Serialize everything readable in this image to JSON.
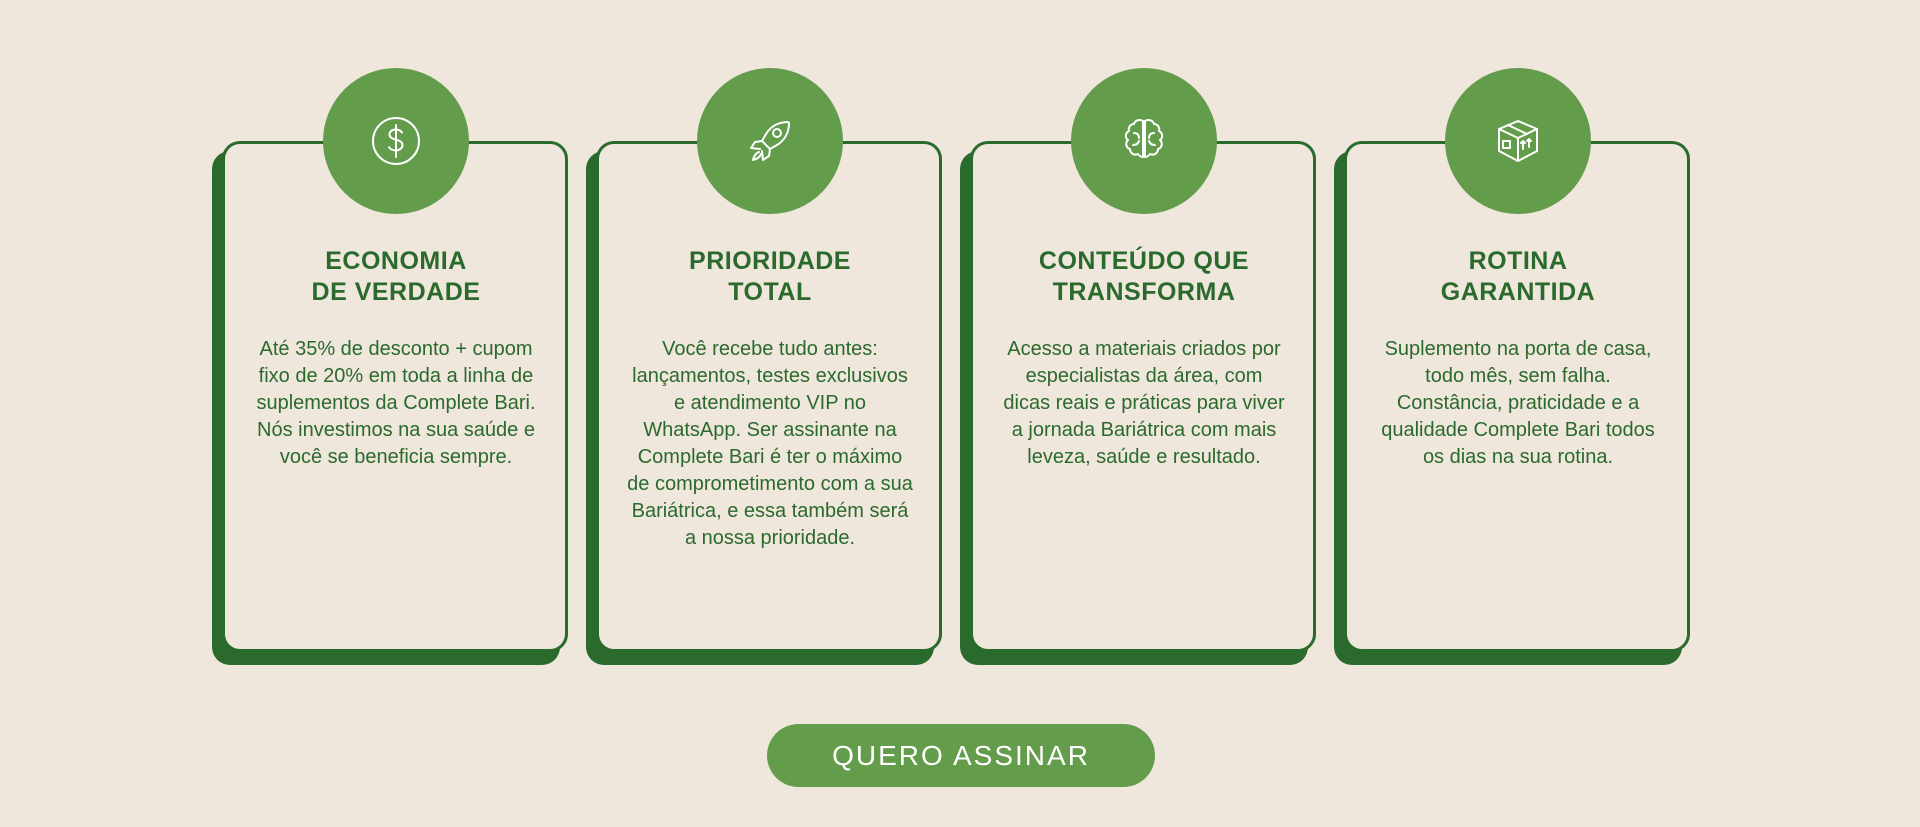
{
  "colors": {
    "background": "#efe6dc",
    "primary_dark_green": "#2a6a2d",
    "accent_green": "#639c4b",
    "button_text": "#ffffff"
  },
  "cards": [
    {
      "icon": "dollar-icon",
      "title": "ECONOMIA\nDE VERDADE",
      "body": "Até 35% de desconto + cupom fixo de 20% em toda a linha de suplementos da Complete Bari. Nós investimos na sua saúde e você se beneficia sempre."
    },
    {
      "icon": "rocket-icon",
      "title": "PRIORIDADE\nTOTAL",
      "body": "Você recebe tudo antes: lançamentos, testes exclusivos e atendimento VIP no WhatsApp. Ser assinante na Complete Bari é ter o máximo de comprometimento com a sua Bariátrica, e essa também será a nossa prioridade."
    },
    {
      "icon": "brain-icon",
      "title": "CONTEÚDO QUE\nTRANSFORMA",
      "body": "Acesso a materiais criados por especialistas da área, com dicas reais e práticas para viver a jornada Bariátrica com mais leveza, saúde e resultado."
    },
    {
      "icon": "box-icon",
      "title": "ROTINA\nGARANTIDA",
      "body": "Suplemento na porta de casa, todo mês, sem falha. Constância, praticidade e a qualidade Complete Bari todos os dias na sua rotina."
    }
  ],
  "cta": {
    "label": "QUERO ASSINAR"
  }
}
